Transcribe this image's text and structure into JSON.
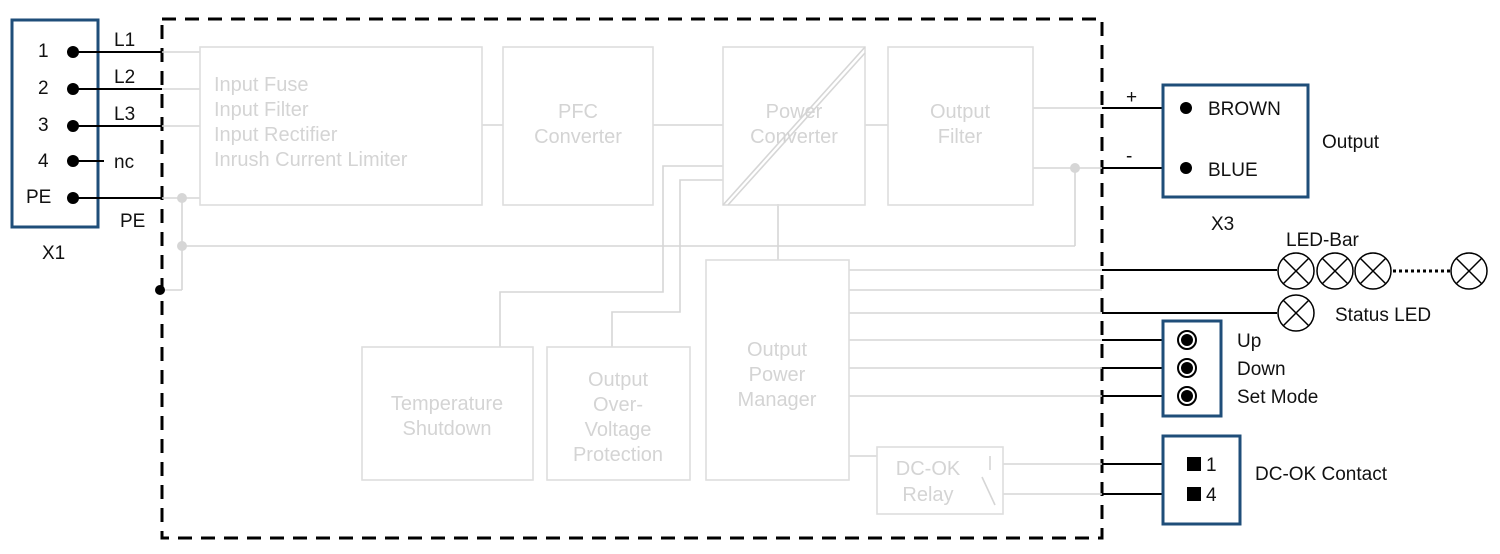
{
  "x1": {
    "name": "X1",
    "pins": [
      "1",
      "2",
      "3",
      "4",
      "PE"
    ],
    "wire_labels": [
      "L1",
      "L2",
      "L3",
      "nc"
    ],
    "pe_label": "PE"
  },
  "blocks": {
    "input": [
      "Input Fuse",
      "Input Filter",
      "Input Rectifier",
      "Inrush Current Limiter"
    ],
    "pfc": [
      "PFC",
      "Converter"
    ],
    "power": [
      "Power",
      "Converter"
    ],
    "filter": [
      "Output",
      "Filter"
    ],
    "temp": [
      "Temperature",
      "Shutdown"
    ],
    "ovp": [
      "Output",
      "Over-",
      "Voltage",
      "Protection"
    ],
    "opm": [
      "Output",
      "Power",
      "Manager"
    ],
    "dcok_relay": [
      "DC-OK",
      "Relay"
    ]
  },
  "x3": {
    "name": "X3",
    "plus": "+",
    "minus": "-",
    "brown": "BROWN",
    "blue": "BLUE",
    "output_label": "Output"
  },
  "leds": {
    "bar_label": "LED-Bar",
    "status_label": "Status LED"
  },
  "buttons": [
    "Up",
    "Down",
    "Set Mode"
  ],
  "dcok": {
    "pins": [
      "1",
      "4"
    ],
    "label": "DC-OK Contact"
  },
  "colors": {
    "connector_border": "#1f4e79",
    "faded_block": "#d4d4d4",
    "wire": "#000000"
  }
}
